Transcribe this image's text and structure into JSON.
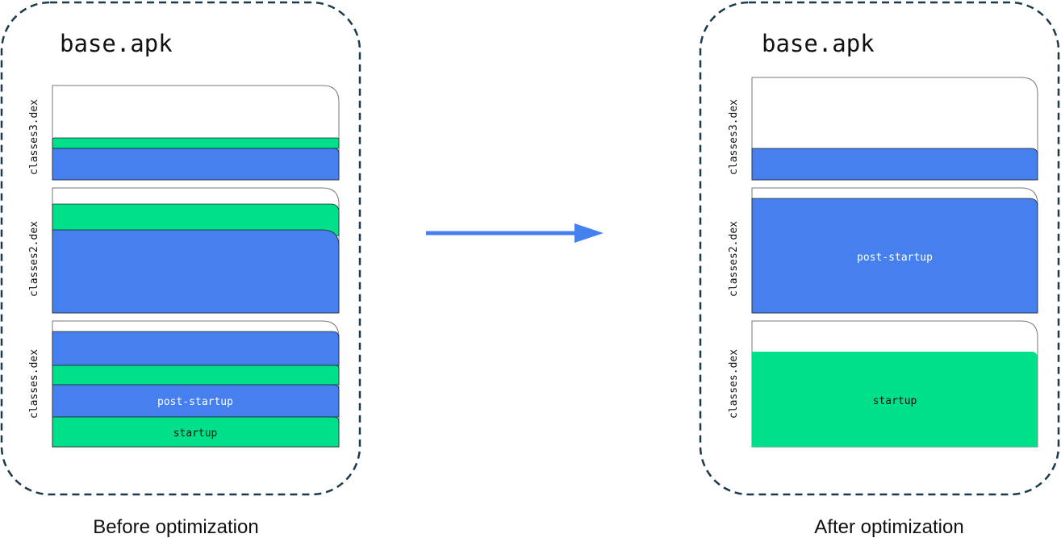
{
  "colors": {
    "blue": "#4580ee",
    "green": "#00e08a",
    "outline": "#1b3a4b",
    "file_border": "#777777",
    "text": "#111111",
    "label_on_blue": "#ffffff"
  },
  "arrow": {
    "icon": "right-arrow-icon"
  },
  "panels": [
    {
      "apk_label": "base.apk",
      "caption": "Before optimization",
      "dex_files": [
        {
          "name": "classes3.dex"
        },
        {
          "name": "classes2.dex"
        },
        {
          "name": "classes.dex"
        }
      ],
      "segments": [
        {
          "label": "post-startup"
        },
        {
          "label": "startup"
        }
      ]
    },
    {
      "apk_label": "base.apk",
      "caption": "After optimization",
      "dex_files": [
        {
          "name": "classes3.dex"
        },
        {
          "name": "classes2.dex"
        },
        {
          "name": "classes.dex"
        }
      ],
      "segments": [
        {
          "label": "post-startup"
        },
        {
          "label": "startup"
        }
      ]
    }
  ]
}
